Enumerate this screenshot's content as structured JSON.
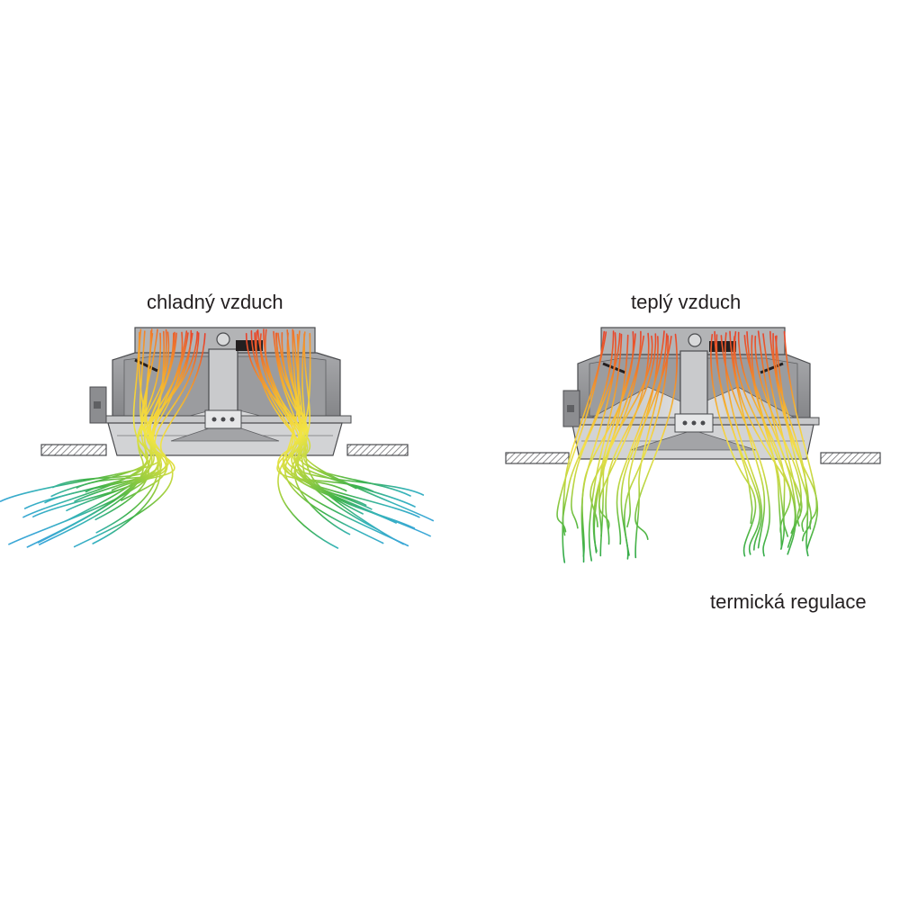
{
  "panels": {
    "cold": {
      "title": "chladný vzduch",
      "mode": "spread",
      "colors": [
        "#e8412a",
        "#f28a2b",
        "#f5c431",
        "#f2e544",
        "#9fcf3f",
        "#3fb24a",
        "#35b3b8",
        "#3aa7d6"
      ]
    },
    "warm": {
      "title": "teplý vzduch",
      "mode": "down",
      "colors": [
        "#e8412a",
        "#f07a2a",
        "#f5b531",
        "#f3e04a",
        "#b9d541",
        "#5dbb45",
        "#2aa84a"
      ]
    }
  },
  "caption": "termická regulace",
  "colors": {
    "housing": "#8c8d90",
    "housing_dark": "#5f6063",
    "housing_light": "#c7c8ca",
    "ceiling_hatch": "#6d6e71",
    "text": "#231f20"
  }
}
